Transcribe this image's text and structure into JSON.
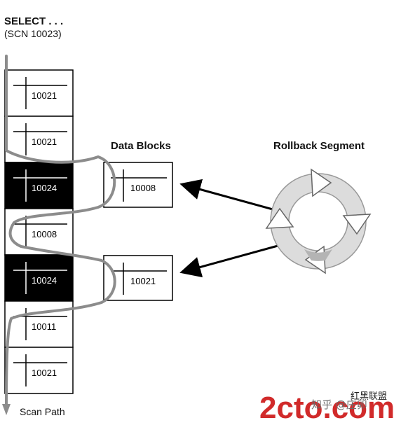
{
  "query": {
    "line1": "SELECT . . .",
    "line2": "(SCN 10023)"
  },
  "stack_cells": [
    {
      "scn": "10021",
      "dark": false
    },
    {
      "scn": "10021",
      "dark": false
    },
    {
      "scn": "10024",
      "dark": true
    },
    {
      "scn": "10008",
      "dark": false
    },
    {
      "scn": "10024",
      "dark": true
    },
    {
      "scn": "10011",
      "dark": false
    },
    {
      "scn": "10021",
      "dark": false
    }
  ],
  "data_blocks": {
    "title": "Data Blocks",
    "items": [
      {
        "scn": "10008"
      },
      {
        "scn": "10021"
      }
    ]
  },
  "rollback_segment": {
    "title": "Rollback Segment"
  },
  "scan_path": {
    "label": "Scan Path"
  },
  "watermark": {
    "logo_text": "2cto.com",
    "logo_cn": "红黑联盟",
    "zhihu": "知乎 @庄卯"
  },
  "colors": {
    "dark_cell": "#000000",
    "scan_path": "#8c8c8c",
    "rollback_light": "#dcdcdc",
    "rollback_dark": "#b4b4b4",
    "watermark_red": "#d12a2a"
  }
}
